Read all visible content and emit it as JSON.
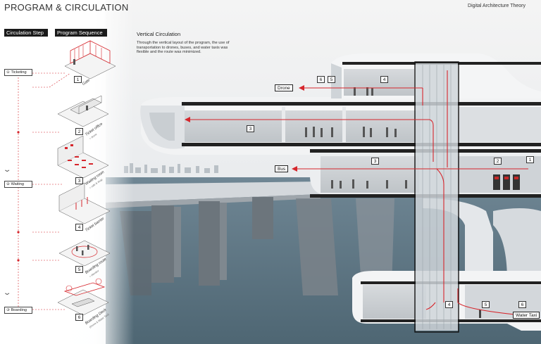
{
  "header": {
    "title": "PROGRAM & CIRCULATION",
    "brand": "Digital Architecture Theory"
  },
  "left_panel": {
    "circulation_step_head": "Circulation Step",
    "program_sequence_head": "Program Sequence",
    "steps": [
      {
        "label": "① Ticketing"
      },
      {
        "label": "② Waiting"
      },
      {
        "label": "③ Boarding"
      }
    ],
    "sequence": [
      {
        "number": "1",
        "label": "Gate",
        "sub": ""
      },
      {
        "number": "2",
        "label": "Ticket office",
        "sub": "+ drone"
      },
      {
        "number": "3",
        "label": "Waiting room",
        "sub": "+ cafe & shop"
      },
      {
        "number": "4",
        "label": "Ticket barrier",
        "sub": ""
      },
      {
        "number": "5",
        "label": "Boarding route",
        "sub": "+ elevator"
      },
      {
        "number": "6",
        "label": "Boarding Deck",
        "sub": "(Drone & Water Taxi)"
      }
    ]
  },
  "description": {
    "title": "Vertical Circulation",
    "body": "Through the vertical layout of the program, the use of transportation to drones, buses, and water taxis was flexible and the route was minimized."
  },
  "section": {
    "destinations": {
      "drone": "Drone",
      "bus": "Bus",
      "water_taxi": "Water Taxi"
    },
    "markers": {
      "top_6": "6",
      "top_5": "5",
      "top_4": "4",
      "mid_3_upper": "3",
      "mid_3_lower": "3",
      "mid_2": "2",
      "mid_1": "1",
      "bot_4": "4",
      "bot_5": "5",
      "bot_6": "6"
    }
  },
  "colors": {
    "route_red": "#d6262c",
    "label_black": "#1a1a1a",
    "sea": "#5d7584",
    "structure": "#eef0f1"
  }
}
